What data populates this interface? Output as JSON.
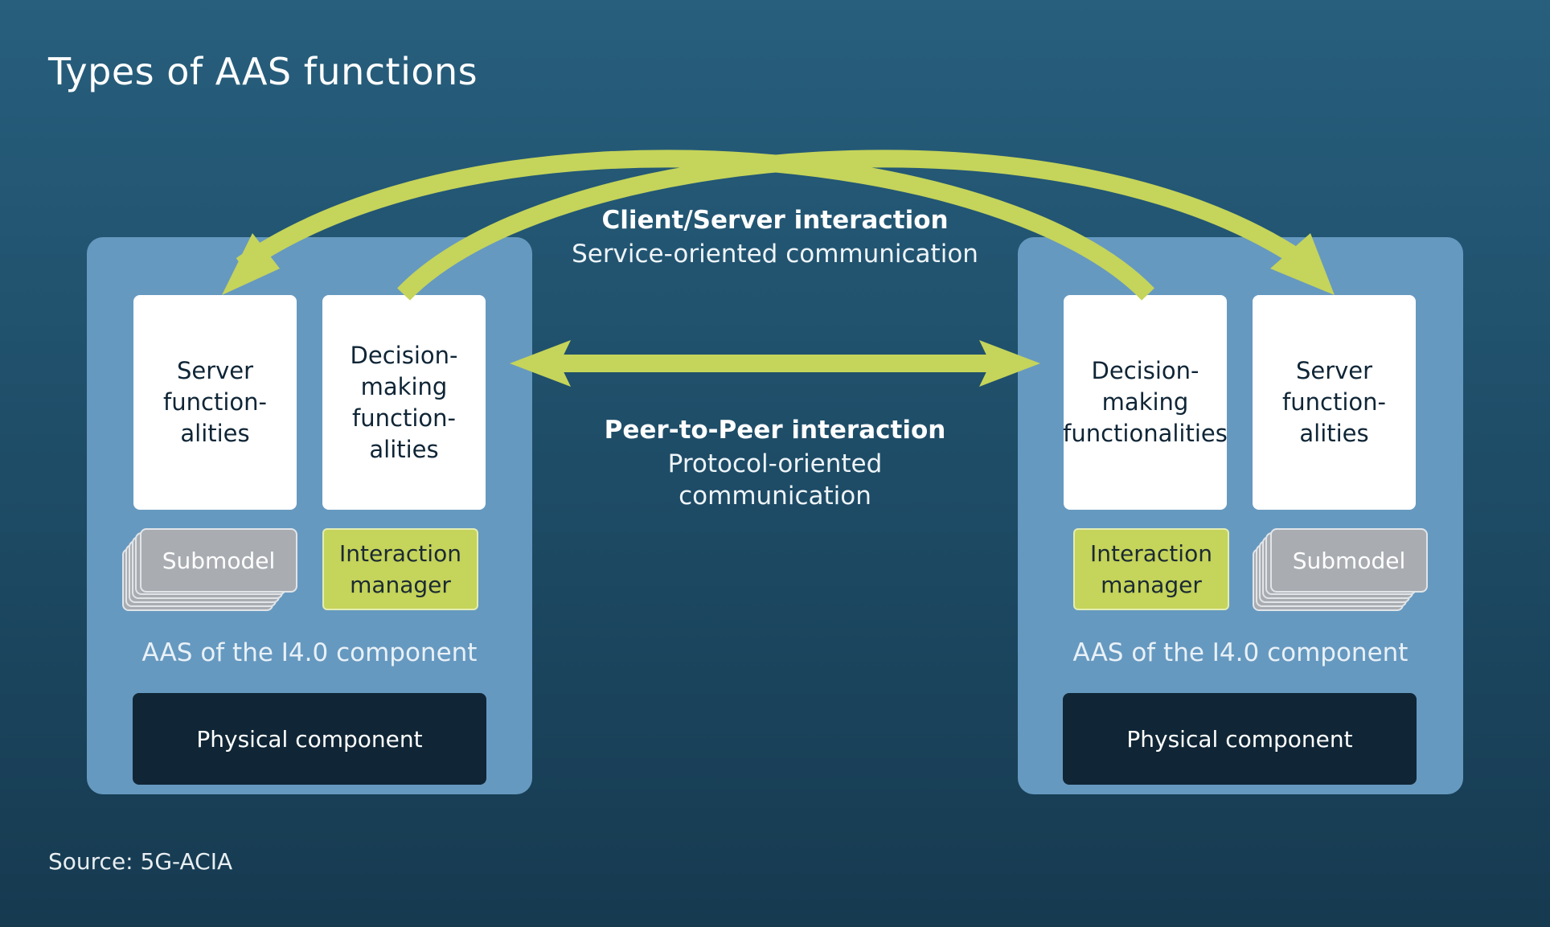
{
  "title": "Types of AAS functions",
  "source": "Source: 5G-ACIA",
  "left": {
    "box1": "Server\nfunction-\nalities",
    "box2": "Decision-\nmaking\nfunction-\nalities",
    "submodel": "Submodel",
    "interaction": "Interaction\nmanager",
    "aas_label": "AAS of the I4.0 component",
    "physical": "Physical component"
  },
  "right": {
    "box1": "Decision-\nmaking\nfunctionalities",
    "box2": "Server\nfunction-\nalities",
    "submodel": "Submodel",
    "interaction": "Interaction\nmanager",
    "aas_label": "AAS of the I4.0 component",
    "physical": "Physical component"
  },
  "client_server": {
    "heading": "Client/Server interaction",
    "subtitle": "Service-oriented communication"
  },
  "peer_to_peer": {
    "heading": "Peer-to-Peer interaction",
    "subtitle_line1": "Protocol-oriented",
    "subtitle_line2": "communication"
  },
  "colors": {
    "arrow": "#c5d45a",
    "panel": "#6699c0",
    "physical": "#102636"
  }
}
